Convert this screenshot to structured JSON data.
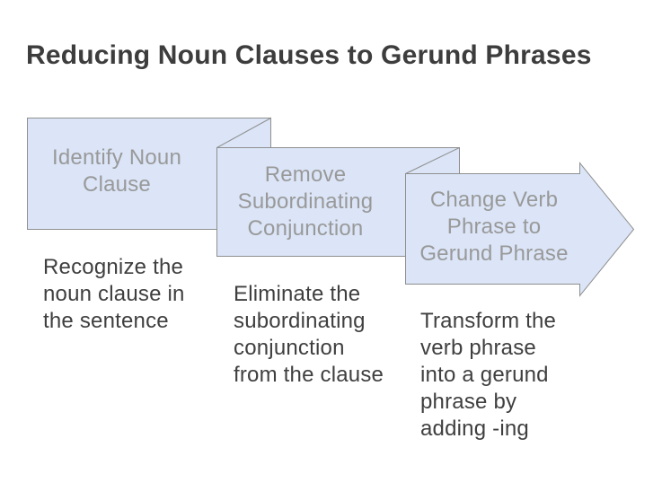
{
  "title": "Reducing Noun Clauses to Gerund Phrases",
  "diagram": {
    "type": "step-down-process",
    "fill_color": "#dbe5f7",
    "stroke_color": "#8f8f8f",
    "label_color": "#999999",
    "description_color": "#3f3f3f",
    "title_color": "#3d3d3d",
    "steps": [
      {
        "label": "Identify Noun\nClause",
        "description": "Recognize the\nnoun clause in\nthe sentence"
      },
      {
        "label": "Remove\nSubordinating\nConjunction",
        "description": "Eliminate the\nsubordinating\nconjunction\nfrom the clause"
      },
      {
        "label": "Change Verb\nPhrase to\nGerund Phrase",
        "description": "Transform the\nverb phrase\ninto a gerund\nphrase by\nadding -ing"
      }
    ]
  }
}
